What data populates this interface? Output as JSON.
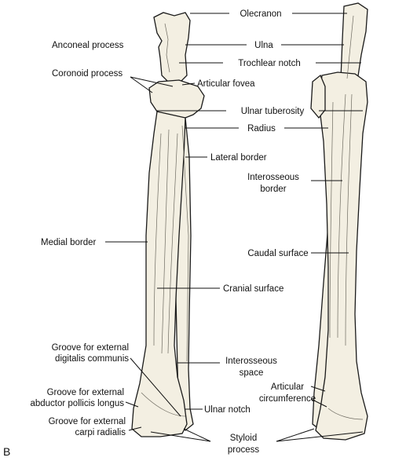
{
  "figure_letter": "B",
  "labels": {
    "olecranon": "Olecranon",
    "anconeal_process": "Anconeal process",
    "ulna": "Ulna",
    "trochlear_notch": "Trochlear notch",
    "coronoid_process": "Coronoid process",
    "articular_fovea": "Articular fovea",
    "ulnar_tuberosity": "Ulnar tuberosity",
    "radius": "Radius",
    "lateral_border": "Lateral border",
    "interosseous_border_1": "Interosseous",
    "interosseous_border_2": "border",
    "medial_border": "Medial border",
    "caudal_surface": "Caudal surface",
    "cranial_surface": "Cranial surface",
    "groove_digitalis_1": "Groove for external",
    "groove_digitalis_2": "digitalis communis",
    "interosseous_space_1": "Interosseous",
    "interosseous_space_2": "space",
    "groove_abductor_1": "Groove for external",
    "groove_abductor_2": "abductor pollicis longus",
    "articular_circumference_1": "Articular",
    "articular_circumference_2": "circumference",
    "ulnar_notch": "Ulnar notch",
    "groove_carpi_1": "Groove for external",
    "groove_carpi_2": "carpi radialis",
    "styloid_process_1": "Styloid",
    "styloid_process_2": "process"
  }
}
